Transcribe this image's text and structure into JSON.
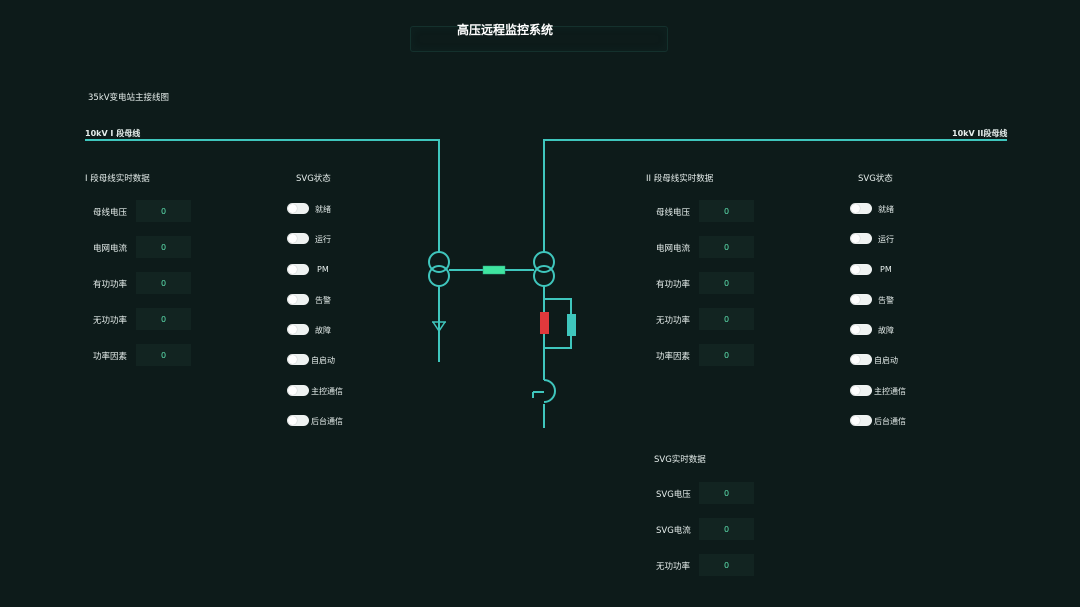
{
  "header": {
    "title": "高压远程监控系统"
  },
  "diagram": {
    "title": "35kV变电站主接线图",
    "busbar_1_label": "10kV I 段母线",
    "busbar_2_label": "10kV II段母线"
  },
  "section1": {
    "title": "I 段母线实时数据",
    "rows": [
      {
        "label": "母线电压",
        "value": "0"
      },
      {
        "label": "电网电流",
        "value": "0"
      },
      {
        "label": "有功功率",
        "value": "0"
      },
      {
        "label": "无功功率",
        "value": "0"
      },
      {
        "label": "功率因素",
        "value": "0"
      }
    ]
  },
  "svg_status_1": {
    "title": "SVG状态",
    "items": [
      {
        "label": "就绪"
      },
      {
        "label": "运行"
      },
      {
        "label": "PM"
      },
      {
        "label": "告警"
      },
      {
        "label": "故障"
      },
      {
        "label": "自启动"
      },
      {
        "label": "主控通信"
      },
      {
        "label": "后台通信"
      }
    ]
  },
  "section2": {
    "title": "II 段母线实时数据",
    "rows": [
      {
        "label": "母线电压",
        "value": "0"
      },
      {
        "label": "电网电流",
        "value": "0"
      },
      {
        "label": "有功功率",
        "value": "0"
      },
      {
        "label": "无功功率",
        "value": "0"
      },
      {
        "label": "功率因素",
        "value": "0"
      }
    ]
  },
  "svg_status_2": {
    "title": "SVG状态",
    "items": [
      {
        "label": "就绪"
      },
      {
        "label": "运行"
      },
      {
        "label": "PM"
      },
      {
        "label": "告警"
      },
      {
        "label": "故障"
      },
      {
        "label": "自启动"
      },
      {
        "label": "主控通信"
      },
      {
        "label": "后台通信"
      }
    ]
  },
  "svg_realtime": {
    "title": "SVG实时数据",
    "rows": [
      {
        "label": "SVG电压",
        "value": "0"
      },
      {
        "label": "SVG电流",
        "value": "0"
      },
      {
        "label": "无功功率",
        "value": "0"
      }
    ]
  },
  "colors": {
    "background": "#0d1b1a",
    "line": "#3fc6bd",
    "value_text": "#5de2b0",
    "breaker_green": "#3fe4a0",
    "red_element": "#e0393c",
    "teal_element": "#3fc6bd"
  },
  "icons": [
    "transformer-icon",
    "ground-icon",
    "breaker-icon",
    "capacitor-icon",
    "reactor-icon",
    "toggle-switch-icon"
  ]
}
